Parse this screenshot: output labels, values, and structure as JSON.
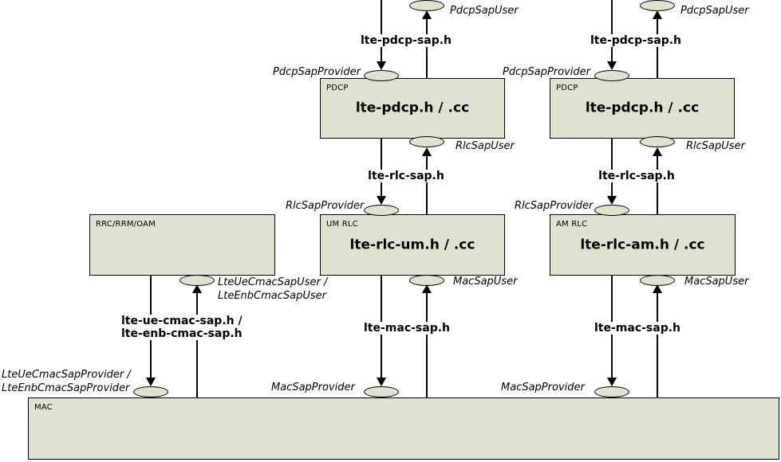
{
  "meta": {
    "description": "LTE protocol stack module diagram (PDCP / RLC / MAC with SAP interfaces)"
  },
  "colors": {
    "background": "#ffffff",
    "box_fill": "#dee2d0",
    "box_border": "#000000",
    "line": "#000000",
    "text": "#000000"
  },
  "boxes": {
    "pdcp1": {
      "tag": "PDCP",
      "title": "lte-pdcp.h / .cc"
    },
    "pdcp2": {
      "tag": "PDCP",
      "title": "lte-pdcp.h / .cc"
    },
    "rrc": {
      "tag": "RRC/RRM/OAM",
      "title": ""
    },
    "um_rlc": {
      "tag": "UM RLC",
      "title": "lte-rlc-um.h / .cc"
    },
    "am_rlc": {
      "tag": "AM RLC",
      "title": "lte-rlc-am.h / .cc"
    },
    "mac": {
      "tag": "MAC",
      "title": ""
    }
  },
  "file_labels": {
    "pdcp_sap": "lte-pdcp-sap.h",
    "rlc_sap": "lte-rlc-sap.h",
    "mac_sap": "lte-mac-sap.h",
    "cmac_sap_line1": "lte-ue-cmac-sap.h /",
    "cmac_sap_line2": "lte-enb-cmac-sap.h"
  },
  "sap_labels": {
    "pdcp_sap_user": "PdcpSapUser",
    "pdcp_sap_provider": "PdcpSapProvider",
    "rlc_sap_user": "RlcSapUser",
    "rlc_sap_provider": "RlcSapProvider",
    "mac_sap_user": "MacSapUser",
    "mac_sap_provider": "MacSapProvider",
    "cmac_sap_user_line1": "LteUeCmacSapUser /",
    "cmac_sap_user_line2": "LteEnbCmacSapUser",
    "cmac_sap_provider_line1": "LteUeCmacSapProvider /",
    "cmac_sap_provider_line2": "LteEnbCmacSapProvider"
  }
}
